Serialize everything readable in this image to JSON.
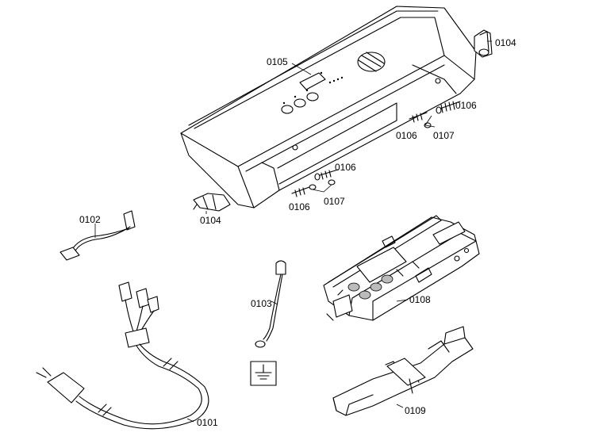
{
  "labels": {
    "p0101": "0101",
    "p0102": "0102",
    "p0103": "0103",
    "p0104a": "0104",
    "p0104b": "0104",
    "p0105": "0105",
    "p0106a": "0106",
    "p0106b": "0106",
    "p0106c": "0106",
    "p0106d": "0106",
    "p0107a": "0107",
    "p0107b": "0107",
    "p0108": "0108",
    "p0109": "0109"
  }
}
